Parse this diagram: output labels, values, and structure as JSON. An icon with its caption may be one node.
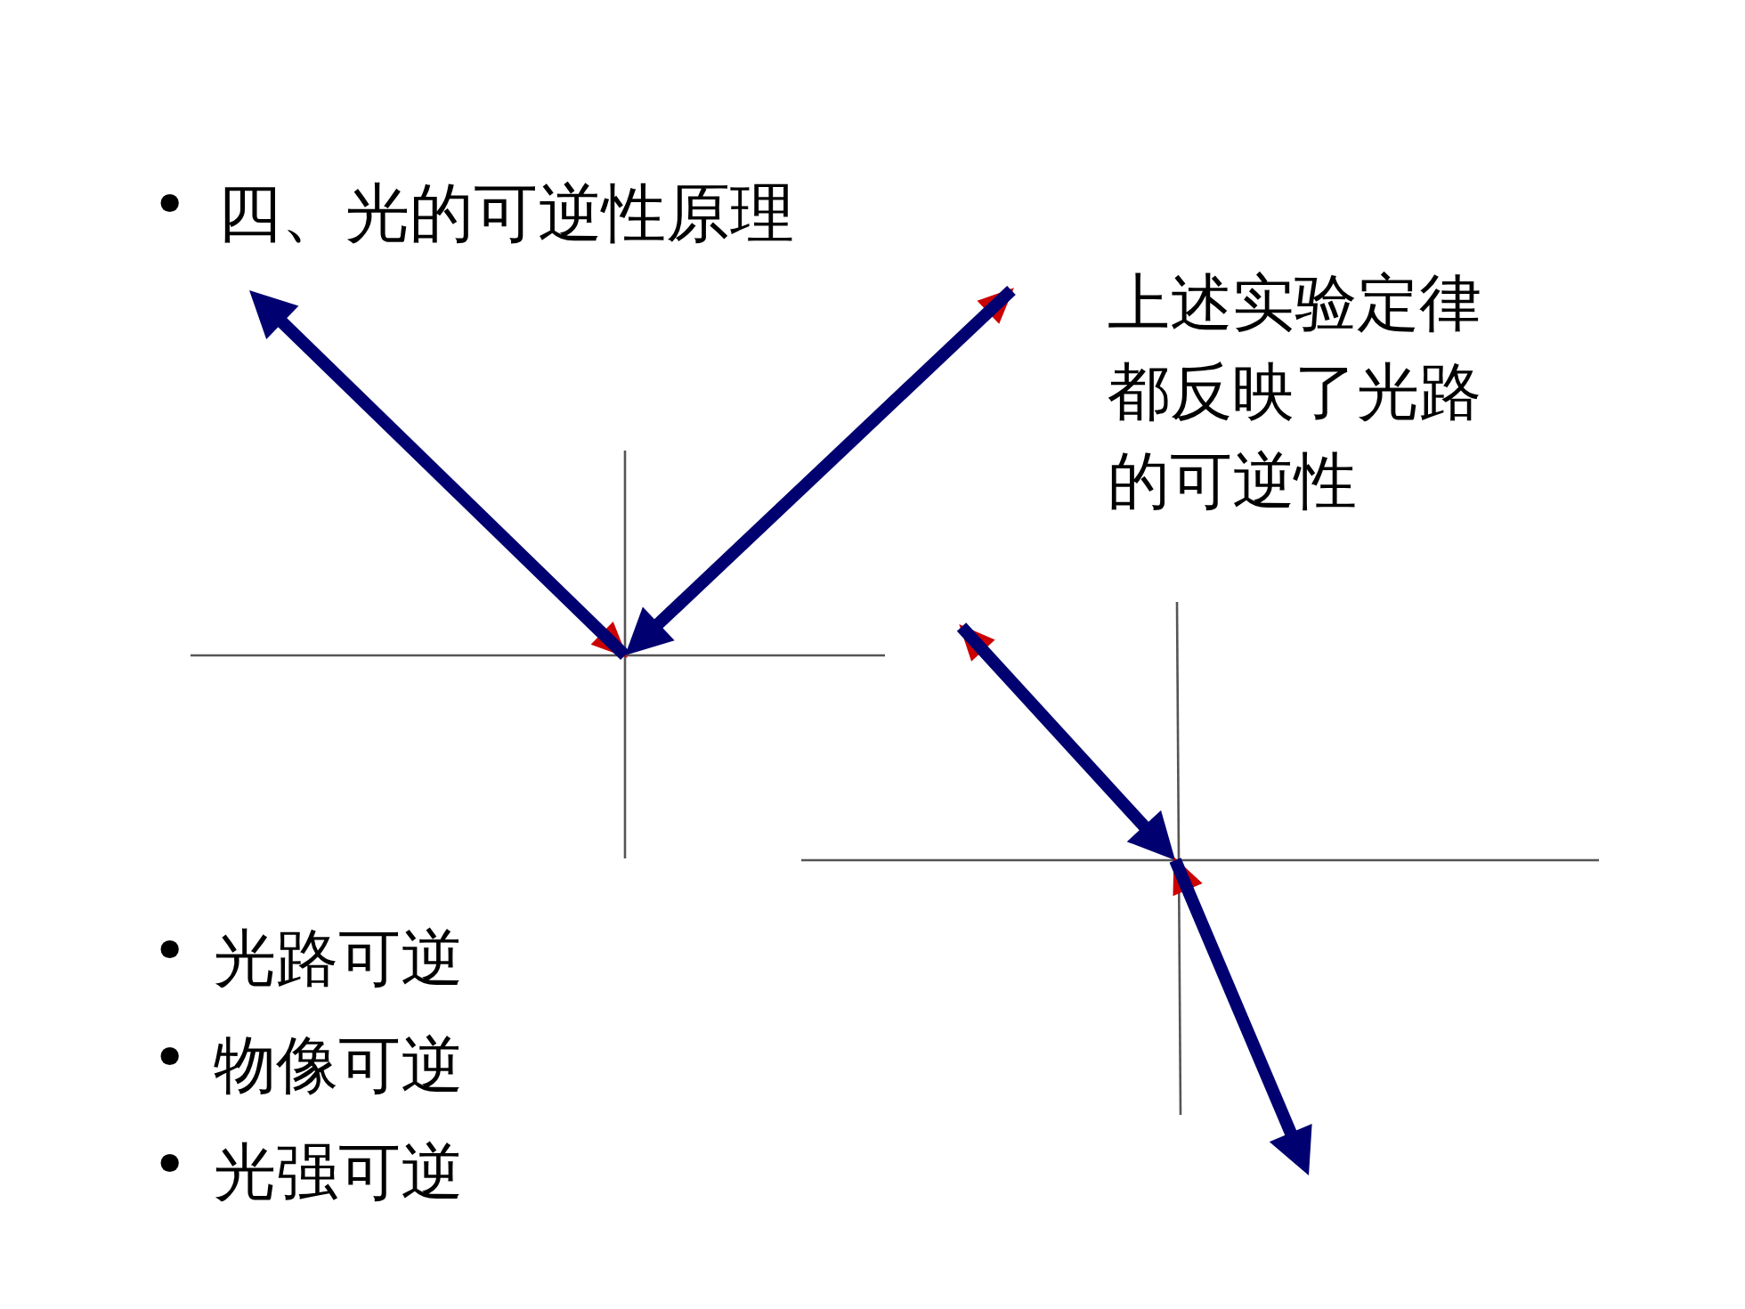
{
  "diagram": {
    "title": "四、光的可逆性原理",
    "labels": [
      "•",
      "上述实验定律都反映了光路的可逆性",
      "•",
      "光路可逆",
      "•",
      "物像可逆",
      "•",
      "光强可逆"
    ]
  }
}
